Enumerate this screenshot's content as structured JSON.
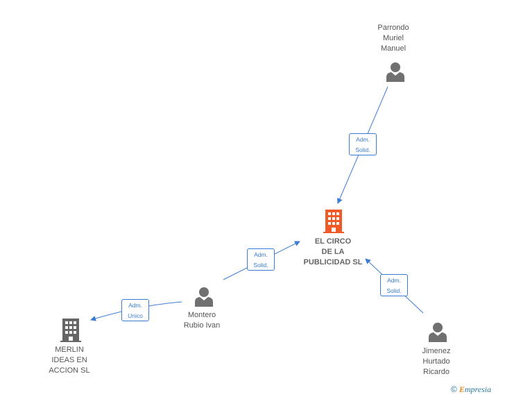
{
  "nodes": {
    "main": {
      "lines": [
        "EL CIRCO",
        "DE LA",
        "PUBLICIDAD SL"
      ]
    },
    "parrondo": {
      "lines": [
        "Parrondo",
        "Muriel",
        "Manuel"
      ]
    },
    "montero": {
      "lines": [
        "Montero",
        "Rubio Ivan"
      ]
    },
    "jimenez": {
      "lines": [
        "Jimenez",
        "Hurtado",
        "Ricardo"
      ]
    },
    "merlin": {
      "lines": [
        "MERLIN",
        "IDEAS EN",
        "ACCION SL"
      ]
    }
  },
  "edges": {
    "parrondo_main": {
      "lines": [
        "Adm.",
        "Solid."
      ]
    },
    "montero_main": {
      "lines": [
        "Adm.",
        "Solid."
      ]
    },
    "jimenez_main": {
      "lines": [
        "Adm.",
        "Solid."
      ]
    },
    "montero_merlin": {
      "lines": [
        "Adm.",
        "Unico"
      ]
    }
  },
  "colors": {
    "edge": "#3a7bd5",
    "company_main": "#f05a28",
    "company": "#666666",
    "person": "#707070"
  },
  "brand": {
    "copyright": "©",
    "name_initial": "E",
    "name_rest": "mpresia"
  }
}
